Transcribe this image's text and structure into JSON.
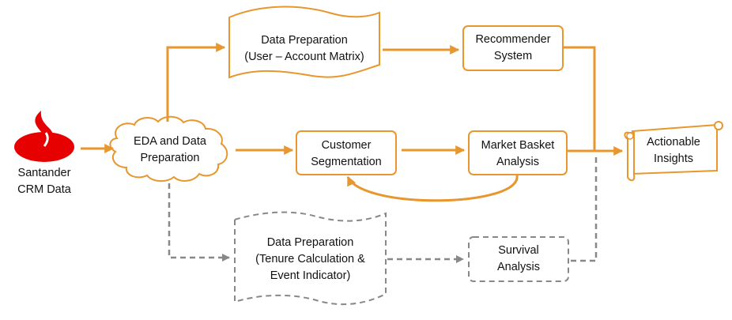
{
  "colors": {
    "accent": "#e8962e",
    "muted": "#888888",
    "logo": "#e60000",
    "text": "#111111"
  },
  "source": {
    "logo_icon": "santander-flame-icon",
    "line1": "Santander",
    "line2": "CRM Data"
  },
  "nodes": {
    "eda": {
      "line1": "EDA and Data",
      "line2": "Preparation"
    },
    "prep_matrix": {
      "line1": "Data Preparation",
      "line2": "(User – Account Matrix)"
    },
    "recommender": {
      "line1": "Recommender",
      "line2": "System"
    },
    "segmentation": {
      "line1": "Customer",
      "line2": "Segmentation"
    },
    "basket": {
      "line1": "Market Basket",
      "line2": "Analysis"
    },
    "insights": {
      "line1": "Actionable",
      "line2": "Insights"
    },
    "prep_tenure": {
      "line1": "Data Preparation",
      "line2": "(Tenure Calculation &",
      "line3": "Event Indicator)"
    },
    "survival": {
      "line1": "Survival",
      "line2": "Analysis"
    }
  }
}
